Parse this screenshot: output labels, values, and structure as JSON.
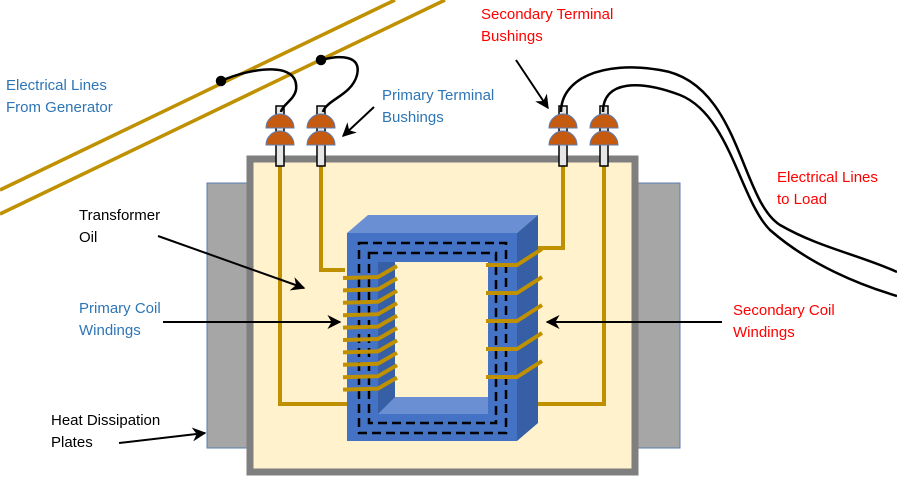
{
  "colors": {
    "primary_label": "#2e75b6",
    "secondary_label": "#ff0000",
    "wire": "#bf9000",
    "tank_fill": "#fff2cc",
    "tank_border": "#7f7f7f",
    "core_front": "#4472c4",
    "core_top": "#6a8fd3",
    "core_side": "#365fa5",
    "bushing": "#c55a11",
    "plate": "#a6a6a6"
  },
  "labels": {
    "generator_lines": [
      "Electrical Lines",
      "From Generator"
    ],
    "primary_bushings": [
      "Primary Terminal",
      "Bushings"
    ],
    "secondary_bushings": [
      "Secondary Terminal",
      "Bushings"
    ],
    "load_lines": [
      "Electrical Lines",
      "to Load"
    ],
    "transformer_oil": [
      "Transformer",
      "Oil"
    ],
    "primary_coil": [
      "Primary Coil",
      "Windings"
    ],
    "secondary_coil": [
      "Secondary Coil",
      "Windings"
    ],
    "heat_plates": [
      "Heat Dissipation",
      "Plates"
    ]
  },
  "windings": {
    "primary_turns": 10,
    "secondary_turns": 5
  }
}
